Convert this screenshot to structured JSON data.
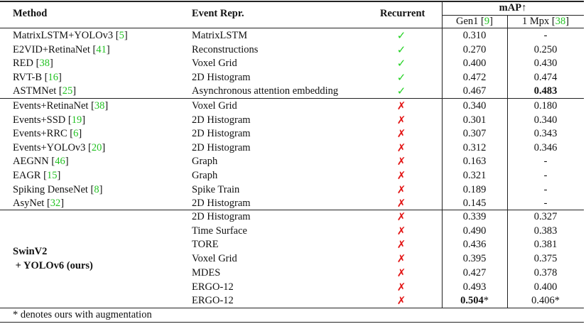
{
  "header": {
    "method": "Method",
    "event_repr": "Event Repr.",
    "recurrent": "Recurrent",
    "map_group": "mAP↑",
    "gen1": {
      "label": "Gen1 ",
      "ref": "9"
    },
    "mpx": {
      "label": "1 Mpx ",
      "ref": "38"
    }
  },
  "colors": {
    "ref_green": "#22c222",
    "check_green": "#1fd11f",
    "cross_red": "#e31414"
  },
  "icons": {
    "check": "✓",
    "cross": "✗"
  },
  "group1": [
    {
      "method": "MatrixLSTM+YOLOv3 ",
      "ref": "5",
      "repr": "MatrixLSTM",
      "recurrent": true,
      "gen1": "0.310",
      "mpx": "-"
    },
    {
      "method": "E2VID+RetinaNet ",
      "ref": "41",
      "repr": "Reconstructions",
      "recurrent": true,
      "gen1": "0.270",
      "mpx": "0.250"
    },
    {
      "method": "RED ",
      "ref": "38",
      "repr": "Voxel Grid",
      "recurrent": true,
      "gen1": "0.400",
      "mpx": "0.430"
    },
    {
      "method": "RVT-B ",
      "ref": "16",
      "repr": "2D Histogram",
      "recurrent": true,
      "gen1": "0.472",
      "mpx": "0.474"
    },
    {
      "method": "ASTMNet ",
      "ref": "25",
      "repr": "Asynchronous attention embedding",
      "recurrent": true,
      "gen1": "0.467",
      "mpx": "0.483",
      "mpx_bold": true
    }
  ],
  "group2": [
    {
      "method": "Events+RetinaNet ",
      "ref": "38",
      "repr": "Voxel Grid",
      "recurrent": false,
      "gen1": "0.340",
      "mpx": "0.180"
    },
    {
      "method": "Events+SSD ",
      "ref": "19",
      "repr": "2D Histogram",
      "recurrent": false,
      "gen1": "0.301",
      "mpx": "0.340"
    },
    {
      "method": "Events+RRC ",
      "ref": "6",
      "repr": "2D Histogram",
      "recurrent": false,
      "gen1": "0.307",
      "mpx": "0.343"
    },
    {
      "method": "Events+YOLOv3 ",
      "ref": "20",
      "repr": "2D Histogram",
      "recurrent": false,
      "gen1": "0.312",
      "mpx": "0.346"
    },
    {
      "method": "AEGNN ",
      "ref": "46",
      "repr": "Graph",
      "recurrent": false,
      "gen1": "0.163",
      "mpx": "-"
    },
    {
      "method": "EAGR ",
      "ref": "15",
      "repr": "Graph",
      "recurrent": false,
      "gen1": "0.321",
      "mpx": "-"
    },
    {
      "method": "Spiking DenseNet ",
      "ref": "8",
      "repr": "Spike Train",
      "recurrent": false,
      "gen1": "0.189",
      "mpx": "-"
    },
    {
      "method": "AsyNet ",
      "ref": "32",
      "repr": "2D Histogram",
      "recurrent": false,
      "gen1": "0.145",
      "mpx": "-"
    }
  ],
  "ours": {
    "method_line1": "SwinV2",
    "method_line2": " + YOLOv6 (ours)",
    "rows": [
      {
        "repr": "2D Histogram",
        "recurrent": false,
        "gen1": "0.339",
        "mpx": "0.327"
      },
      {
        "repr": "Time Surface",
        "recurrent": false,
        "gen1": "0.490",
        "mpx": "0.383"
      },
      {
        "repr": "TORE",
        "recurrent": false,
        "gen1": "0.436",
        "mpx": "0.381"
      },
      {
        "repr": "Voxel Grid",
        "recurrent": false,
        "gen1": "0.395",
        "mpx": "0.375"
      },
      {
        "repr": "MDES",
        "recurrent": false,
        "gen1": "0.427",
        "mpx": "0.378"
      },
      {
        "repr": "ERGO-12",
        "recurrent": false,
        "gen1": "0.493",
        "mpx": "0.400"
      },
      {
        "repr": "ERGO-12",
        "recurrent": false,
        "gen1": "0.504",
        "gen1_suffix": "*",
        "gen1_bold": true,
        "mpx": "0.406*"
      }
    ]
  },
  "footnote": "* denotes ours with augmentation"
}
